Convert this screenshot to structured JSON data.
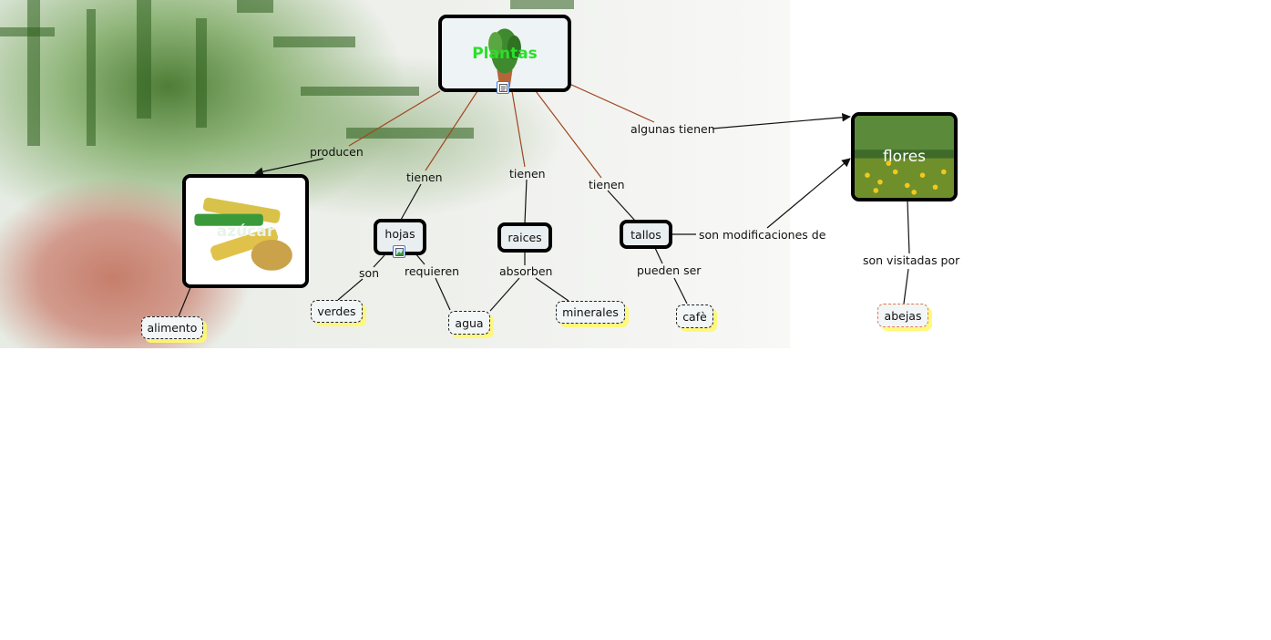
{
  "concept_map": {
    "nodes": {
      "plantas": "Plantas",
      "azucar": "azúcar",
      "hojas": "hojas",
      "raices": "raices",
      "tallos": "tallos",
      "flores": "flores",
      "alimento": "alimento",
      "verdes": "verdes",
      "agua": "agua",
      "minerales": "minerales",
      "cafe": "cafè",
      "abejas": "abejas"
    },
    "linking_phrases": {
      "producen": "producen",
      "tienen_hojas": "tienen",
      "tienen_raices": "tienen",
      "tienen_tallos": "tienen",
      "algunas_tienen": "algunas tienen",
      "son": "son",
      "requieren": "requieren",
      "absorben": "absorben",
      "pueden_ser": "pueden ser",
      "son_modificaciones_de": "son modificaciones de",
      "son_visitadas_por": "son visitadas por"
    }
  },
  "colors": {
    "plantas_text": "#2adf2a",
    "brown_link": "#a0461e",
    "black_link": "#111111",
    "leaf_shadow": "#fff86e",
    "abejas_border": "#e07a4a"
  },
  "icons": [
    "document-resource-icon",
    "image-resource-icon"
  ]
}
